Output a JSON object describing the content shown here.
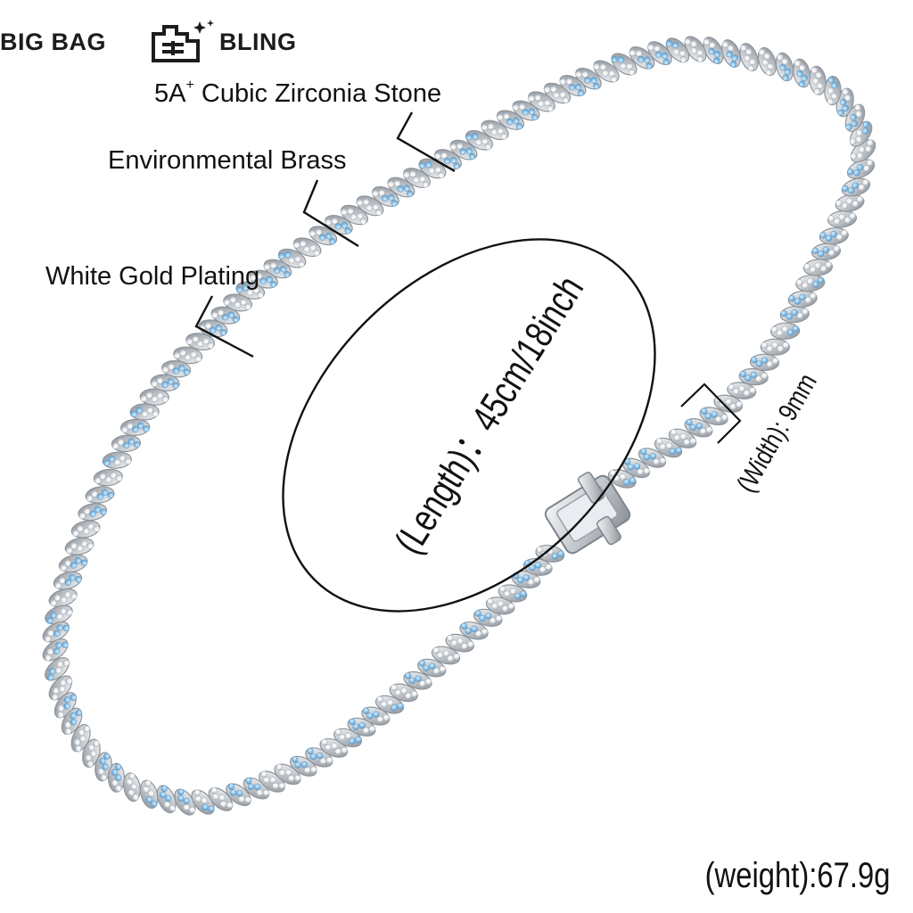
{
  "brand": {
    "logo_left": "BIG BAG",
    "logo_right": "BLING"
  },
  "callouts": {
    "stone_main": "5A",
    "stone_sup": "+",
    "stone_rest": " Cubic Zirconia Stone",
    "brass": "Environmental Brass",
    "plating": "White Gold Plating"
  },
  "specs": {
    "length": "(Length)：45cm/18inch",
    "width": "(Width): 9mm",
    "weight": "(weight):67.9g"
  },
  "colors": {
    "ice_blue": "#8cc4ec",
    "white_stone": "#f2f4f6",
    "silver": "#b9bec4",
    "ink": "#111111"
  }
}
